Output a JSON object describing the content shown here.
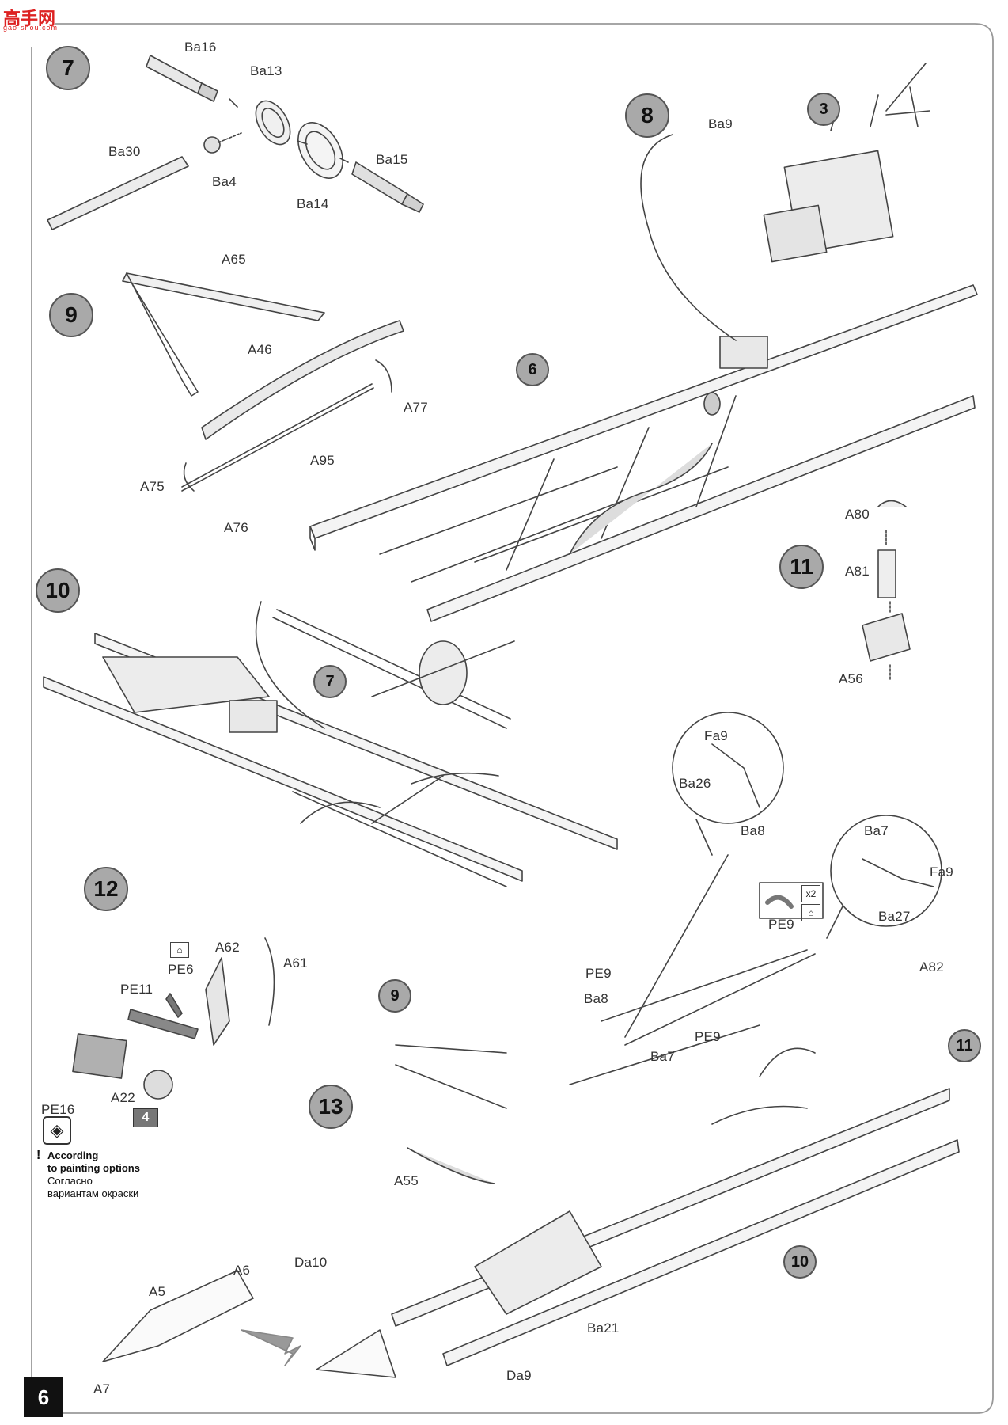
{
  "logo": {
    "text": "高手网",
    "sub": "gao-shou.com"
  },
  "page_number": "6",
  "steps": {
    "s7": "7",
    "s8": "8",
    "s3": "3",
    "s6": "6",
    "s9": "9",
    "s10": "10",
    "s11": "11",
    "s12": "12",
    "s13": "13",
    "s7b": "7",
    "s9b": "9",
    "s10b": "10",
    "s11b": "11"
  },
  "parts": {
    "ba16": "Ba16",
    "ba13": "Ba13",
    "ba30": "Ba30",
    "ba4": "Ba4",
    "ba14": "Ba14",
    "ba15": "Ba15",
    "ba9": "Ba9",
    "a65": "A65",
    "a46": "A46",
    "a77": "A77",
    "a95": "A95",
    "a75": "A75",
    "a76": "A76",
    "a80": "A80",
    "a81": "A81",
    "a56": "A56",
    "fa9a": "Fa9",
    "ba26": "Ba26",
    "ba8a": "Ba8",
    "ba7a": "Ba7",
    "fa9b": "Fa9",
    "ba27": "Ba27",
    "pe9a": "PE9",
    "pe9b": "PE9",
    "pe9c": "PE9",
    "ba8b": "Ba8",
    "ba7b": "Ba7",
    "a82": "A82",
    "a62": "A62",
    "pe6": "PE6",
    "a61": "A61",
    "pe11": "PE11",
    "pe16": "PE16",
    "a22": "A22",
    "a55": "A55",
    "da10": "Da10",
    "a5": "A5",
    "a6": "A6",
    "a7": "A7",
    "ba21": "Ba21",
    "da9": "Da9"
  },
  "paint_code": "4",
  "x2_label": "x2",
  "note": {
    "en1": "According",
    "en2": "to painting options",
    "ru1": "Согласно",
    "ru2": "вариантам окраски"
  },
  "colors": {
    "step_fill": "#a9a9a9",
    "line": "#444444",
    "paper": "#ffffff"
  }
}
